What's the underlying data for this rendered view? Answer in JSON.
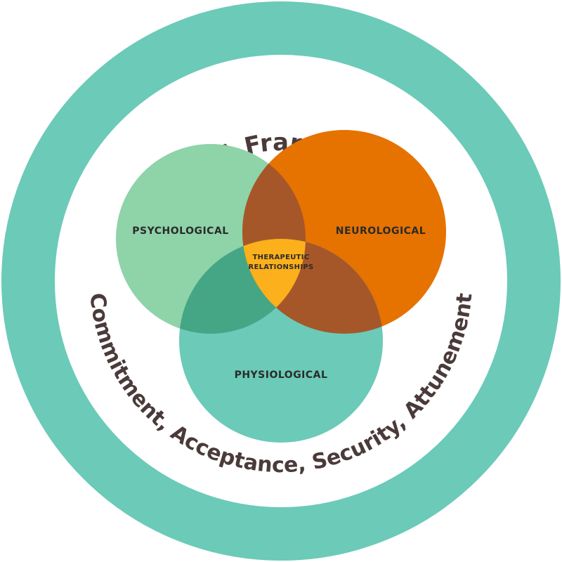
{
  "outer_ring": {
    "title": "DEVELOPMENTAL LENS"
  },
  "framework": {
    "title": "CASA Framework",
    "principles": "Commitment, Acceptance, Security, Attunement"
  },
  "venn": {
    "psychological": "PSYCHOLOGICAL",
    "neurological": "NEUROLOGICAL",
    "physiological": "PHYSIOLOGICAL",
    "center_line1": "THERAPEUTIC",
    "center_line2": "RELATIONSHIPS"
  },
  "colors": {
    "ring": "#6bcab8",
    "ring_text": "#ffffff",
    "title_text": "#4a3b3a",
    "psychological": "#8fd3a9",
    "neurological": "#e67200",
    "physiological": "#6bcab8",
    "overlap_psych_neuro": "#a65729",
    "overlap_psych_physio": "#45a686",
    "overlap_neuro_physio": "#a65729",
    "center": "#fbb01c",
    "label_text": "#2b2b2b"
  }
}
